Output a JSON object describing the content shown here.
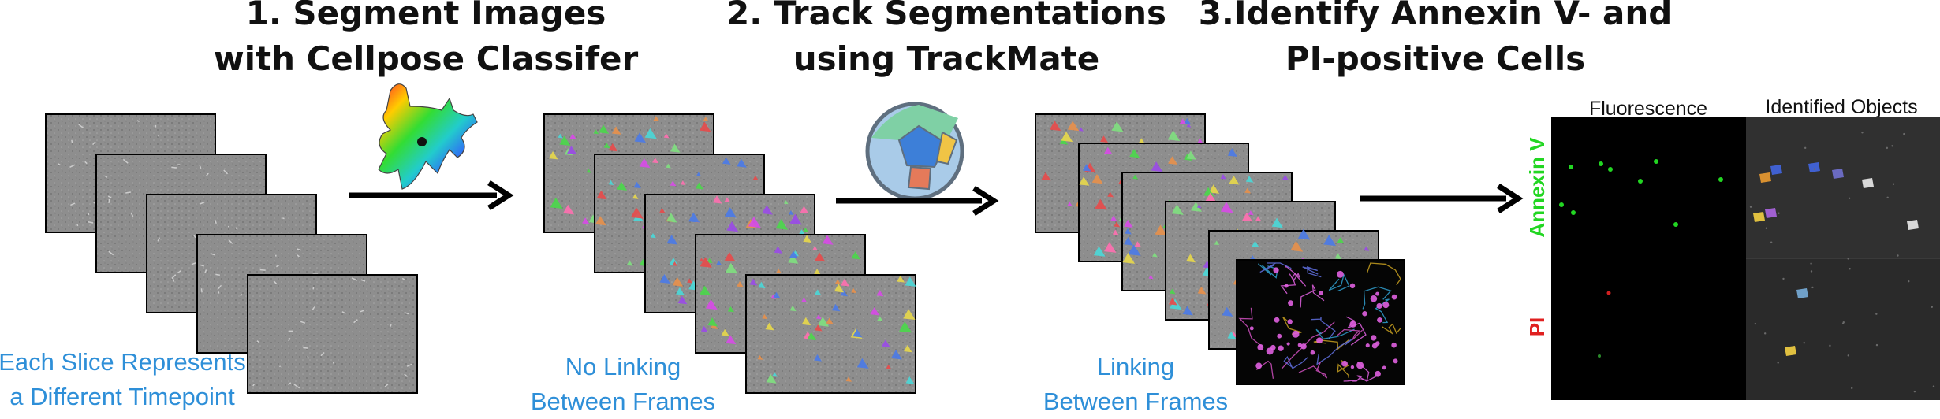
{
  "steps": [
    {
      "title_line1": "1. Segment Images",
      "title_line2": "with Cellpose Classifer"
    },
    {
      "title_line1": "2. Track Segmentations",
      "title_line2": "using TrackMate"
    },
    {
      "title_line1": "3.Identify Annexin V- and",
      "title_line2": "PI-positive Cells"
    }
  ],
  "captions": [
    {
      "line1": "Each Slice Represents",
      "line2": "a Different Timepoint"
    },
    {
      "line1": "No Linking",
      "line2": "Between Frames"
    },
    {
      "line1": "Linking",
      "line2": "Between Frames"
    }
  ],
  "result_panel": {
    "col1_label": "Fluorescence",
    "col2_label": "Identified Objects",
    "row1_label": "Annexin V",
    "row2_label": "PI"
  },
  "colors": {
    "caption": "#2e8fd8",
    "annexin": "#22d622",
    "pi": "#e02020",
    "frame_fill": "#8c8c8c"
  },
  "icons": [
    "cellpose-logo-icon",
    "trackmate-logo-icon",
    "arrow-right-icon"
  ]
}
